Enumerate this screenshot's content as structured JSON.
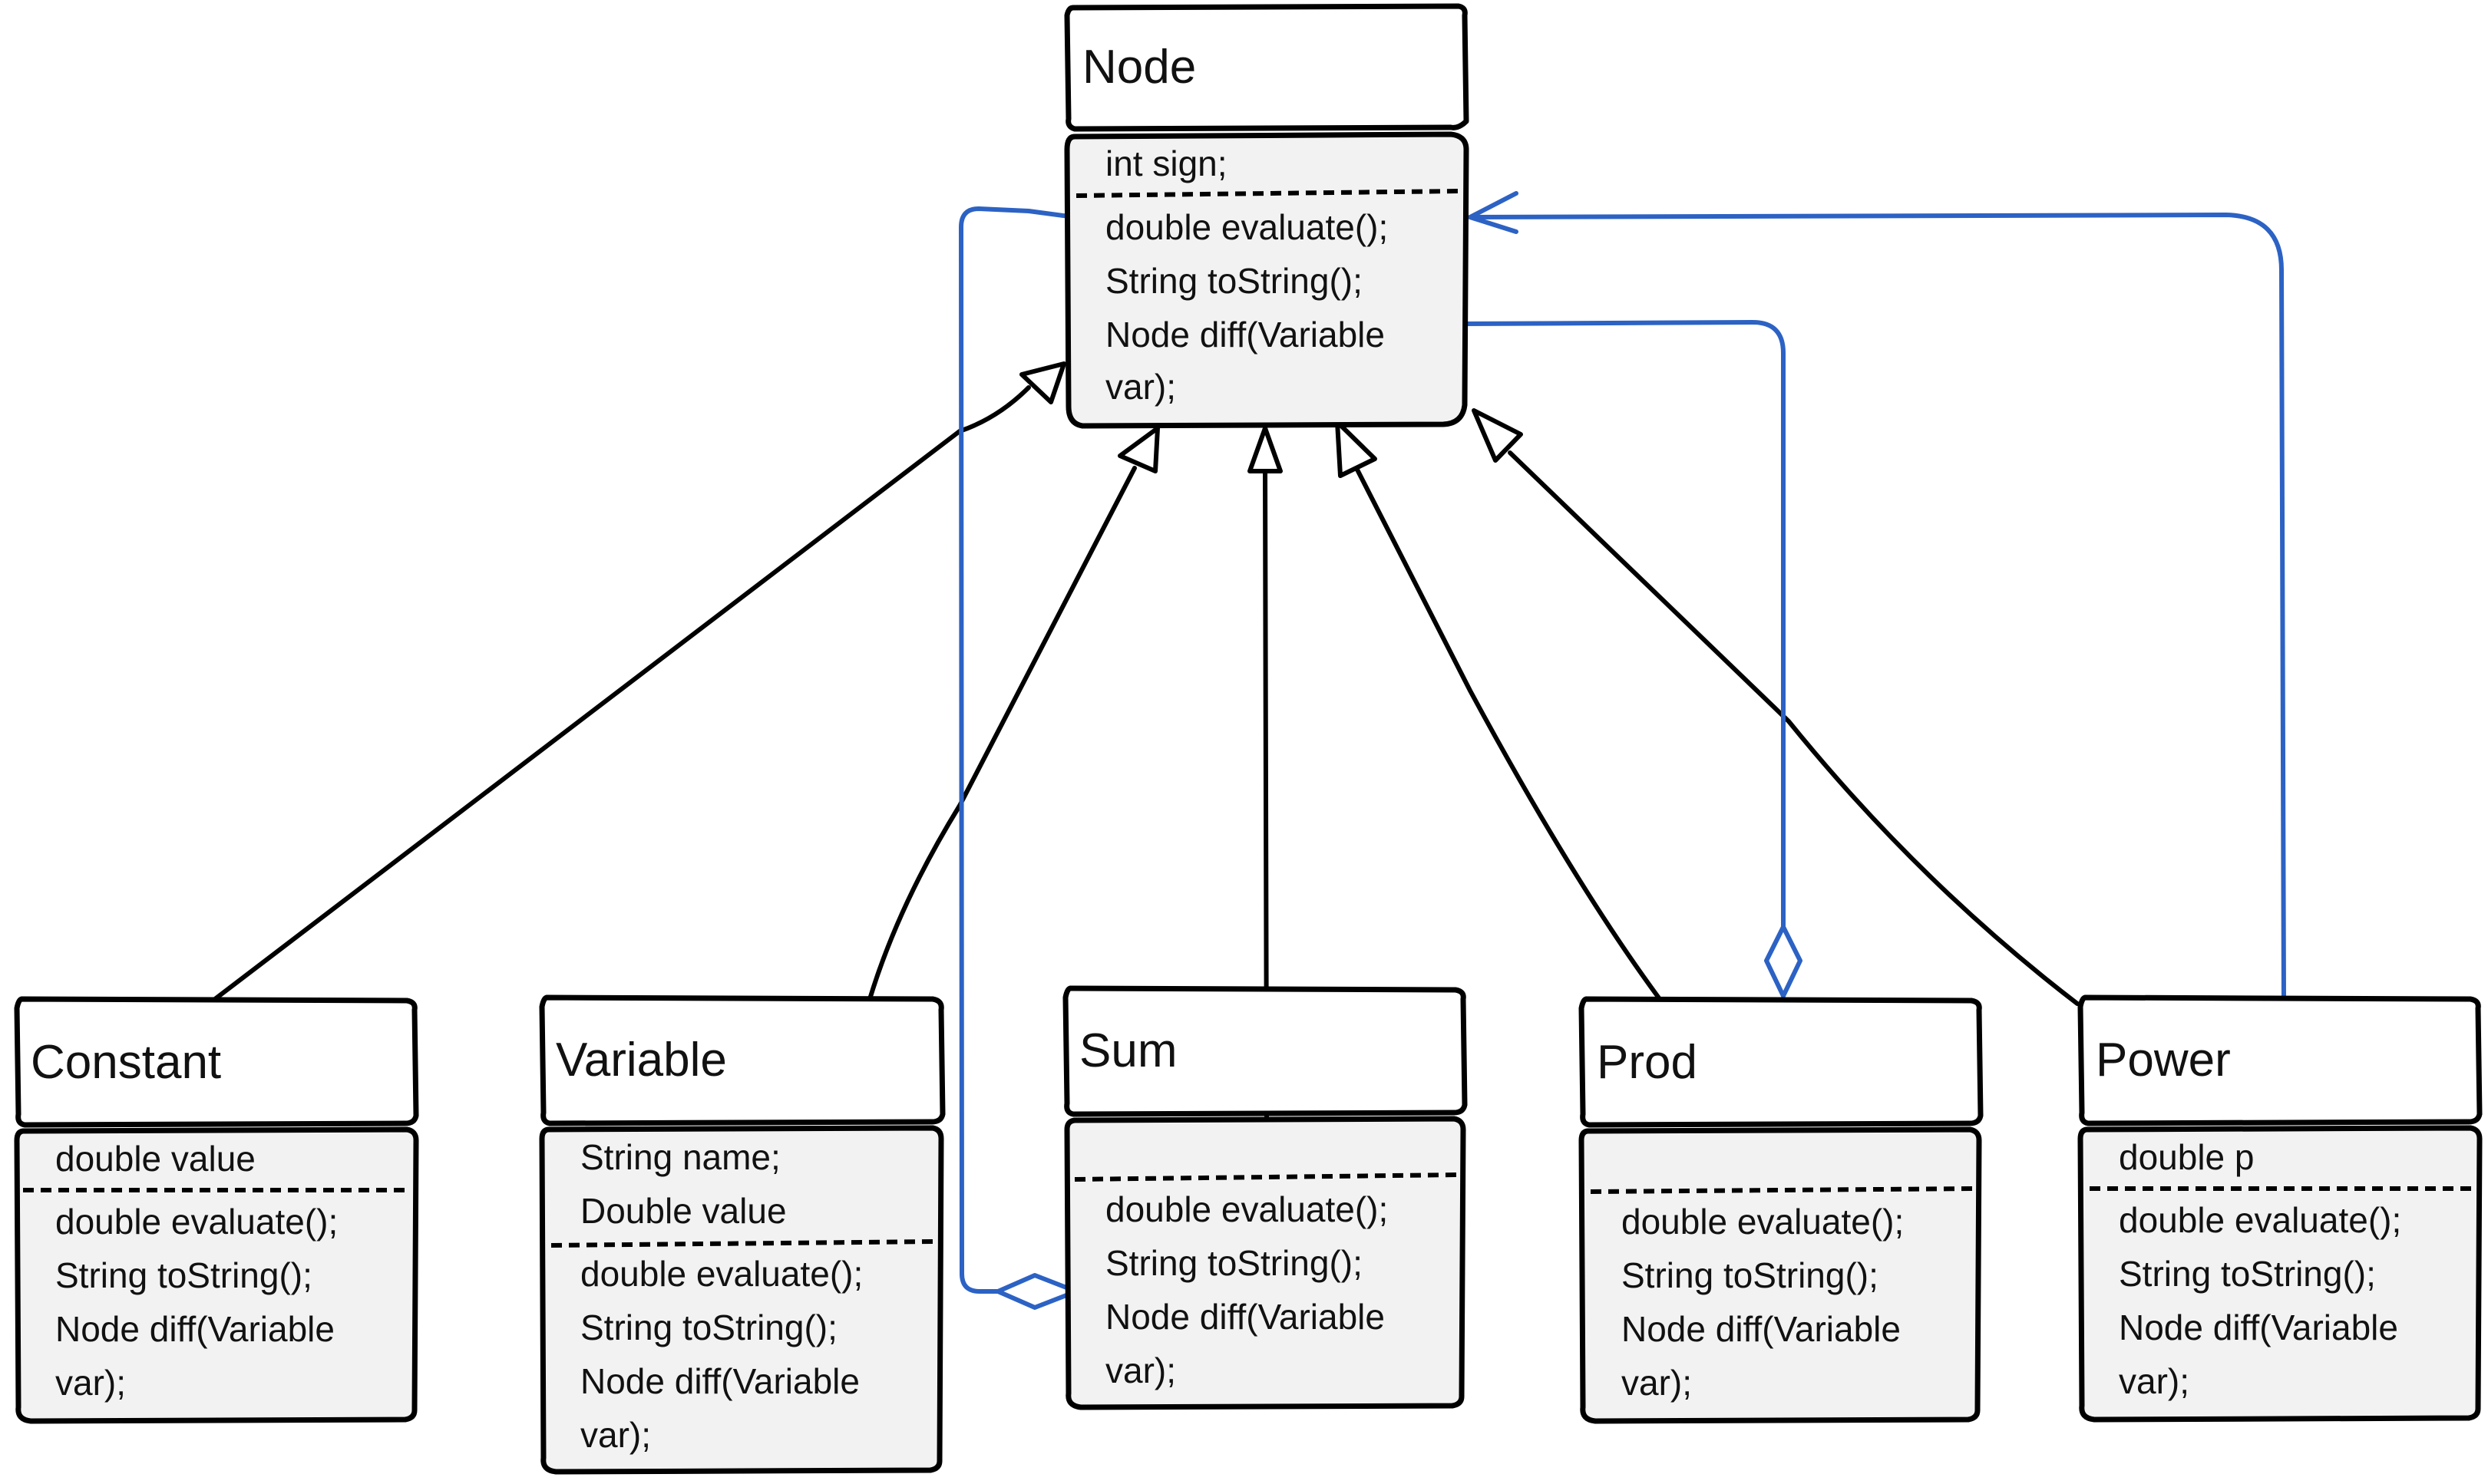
{
  "colors": {
    "box_stroke": "#000000",
    "box_fill": "#f2f2f2",
    "header_fill": "#ffffff",
    "association": "#2c62c4"
  },
  "classes": {
    "node": {
      "name": "Node",
      "attributes": [
        "int sign;"
      ],
      "methods": [
        "double evaluate();",
        "String toString();",
        "Node diff(Variable",
        "var);"
      ]
    },
    "constant": {
      "name": "Constant",
      "attributes": [
        "double value"
      ],
      "methods": [
        "double evaluate();",
        "String toString();",
        "Node diff(Variable",
        "var);"
      ]
    },
    "variable": {
      "name": "Variable",
      "attributes": [
        "String name;",
        "Double value"
      ],
      "methods": [
        "double evaluate();",
        "String toString();",
        "Node diff(Variable",
        "var);"
      ]
    },
    "sum": {
      "name": "Sum",
      "attributes": [],
      "methods": [
        "double evaluate();",
        "String toString();",
        "Node diff(Variable",
        "var);"
      ]
    },
    "prod": {
      "name": "Prod",
      "attributes": [],
      "methods": [
        "double evaluate();",
        "String toString();",
        "Node diff(Variable",
        "var);"
      ]
    },
    "power": {
      "name": "Power",
      "attributes": [
        "double p"
      ],
      "methods": [
        "double evaluate();",
        "String toString();",
        "Node diff(Variable",
        "var);"
      ]
    }
  },
  "relations": {
    "inheritance": [
      "Constant",
      "Variable",
      "Sum",
      "Prod",
      "Power"
    ],
    "aggregation_to_node": [
      "Sum",
      "Prod"
    ],
    "association_to_node": [
      "Power"
    ]
  }
}
